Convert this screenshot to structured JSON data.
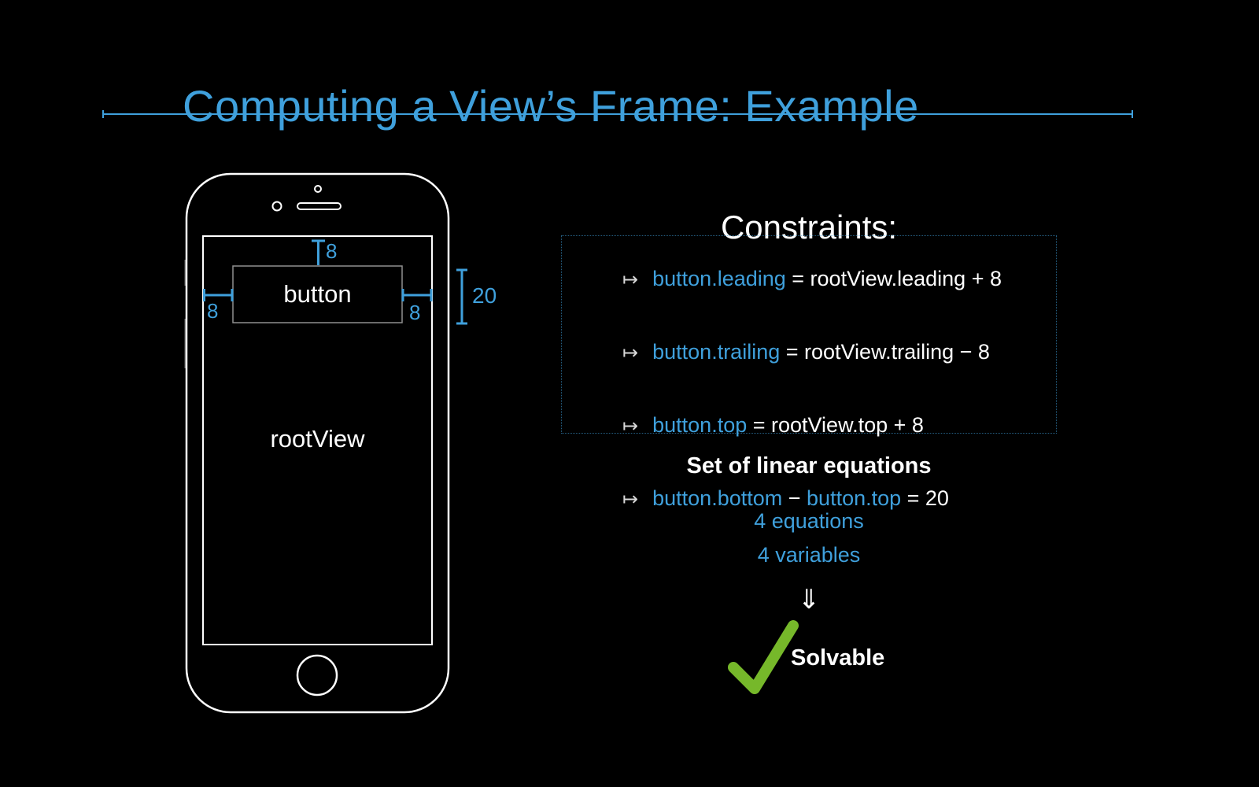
{
  "title": {
    "text": "Computing a View’s Frame: Example"
  },
  "colors": {
    "background": "#000000",
    "accent_blue": "#3FA0DC",
    "check_green": "#76B82A",
    "text_white": "#FFFFFF"
  },
  "phone": {
    "button_label": "button",
    "rootview_label": "rootView",
    "measure_top": "8",
    "measure_left": "8",
    "measure_right": "8",
    "measure_height": "20"
  },
  "constraints": {
    "heading": "Constraints:",
    "bullet": "↦",
    "items": [
      {
        "b1": "button.leading",
        "w1": " = rootView.leading + 8",
        "b2": "",
        "w2": ""
      },
      {
        "b1": "button.trailing",
        "w1": " = rootView.trailing − 8",
        "b2": "",
        "w2": ""
      },
      {
        "b1": "button.top",
        "w1": " = rootView.top + 8",
        "b2": "",
        "w2": ""
      },
      {
        "b1": "button.bottom",
        "w1": " − ",
        "b2": "button.top",
        "w2": " = 20"
      }
    ]
  },
  "summary": {
    "linear_label": "Set of linear equations",
    "equations": "4 equations",
    "variables": "4 variables",
    "implies_glyph": "⇓",
    "solvable_label": "Solvable"
  }
}
